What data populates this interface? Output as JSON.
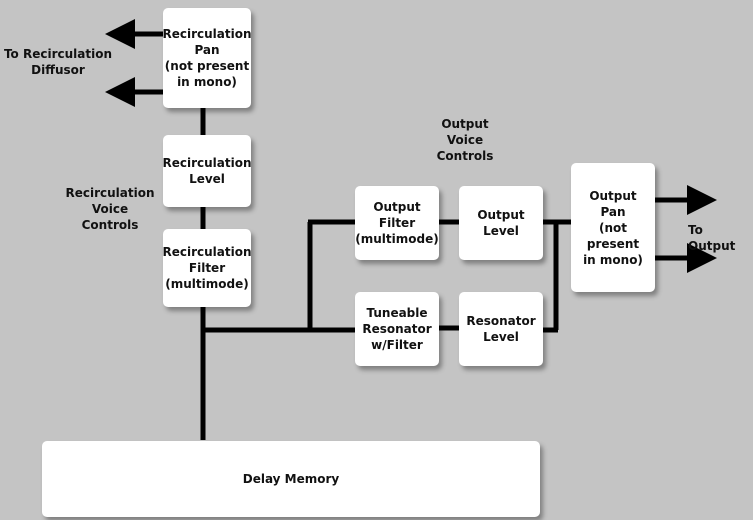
{
  "blocks": {
    "recirc_pan": "Recirculation\nPan\n(not present\nin mono)",
    "recirc_level": "Recirculation\nLevel",
    "recirc_filter": "Recirculation\nFilter\n(multimode)",
    "output_filter": "Output Filter\n(multimode)",
    "output_level": "Output\nLevel",
    "output_pan": "Output\nPan\n(not present\nin mono)",
    "tuneable_resonator": "Tuneable\nResonator\nw/Filter",
    "resonator_level": "Resonator\nLevel",
    "delay_memory": "Delay Memory"
  },
  "labels": {
    "to_recirc_diffusor": "To Recirculation\nDiffusor",
    "recirc_voice_controls": "Recirculation\nVoice\nControls",
    "output_voice_controls": "Output\nVoice\nControls",
    "to_output": "To Output"
  },
  "colors": {
    "background": "#c4c4c4",
    "block": "#ffffff",
    "line": "#000000"
  }
}
